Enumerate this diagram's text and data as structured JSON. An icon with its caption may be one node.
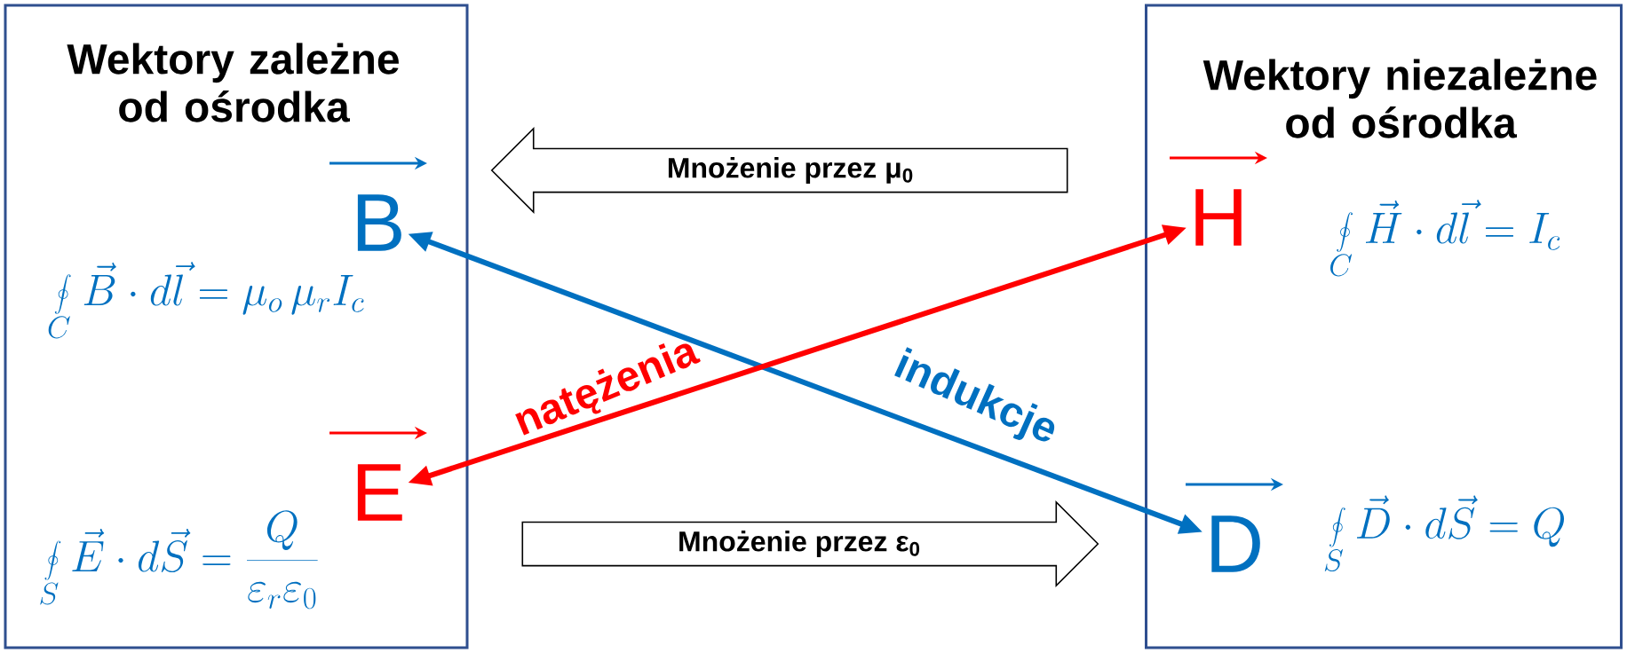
{
  "diagram": {
    "nodes": [
      {
        "text": [
          "Wektory zależne od ośrodka"
        ]
      },
      {
        "text": [
          "B"
        ],
        "in": 0
      },
      {
        "text": [
          "E"
        ],
        "in": 0
      },
      {
        "text": [
          "Mnożenie przez μ$_{0}$"
        ]
      },
      {
        "text": [
          "Mnożenie przez ε$_{0}$"
        ]
      },
      {
        "text": [
          "Wektory niezależne od ośrodka"
        ]
      },
      {
        "text": [
          "H"
        ],
        "in": 5
      },
      {
        "text": [
          "D"
        ],
        "in": 5
      }
    ],
    "edges": [
      {
        "from": 1,
        "to": 7,
        "arrow": "both",
        "label": "indukcje",
        "color": "#0070c0"
      },
      {
        "from": 6,
        "to": 2,
        "arrow": "both",
        "label": "natężenia",
        "color": "#ff0000"
      }
    ],
    "labels": [
      "\\oint\\limits_C \\vec{B}\\cdot d\\vec{l} = \\mu_o\\,\\mu_r I_c",
      "\\oint\\limits_S \\vec{E}\\cdot d\\vec{S} = \\frac{Q}{\\varepsilon_r\\varepsilon_0}",
      "\\oint\\limits_C \\vec{H}\\cdot d\\vec{l} = I_c",
      "\\oint\\limits_S \\vec{D}\\cdot d\\vec{S} = Q"
    ]
  }
}
